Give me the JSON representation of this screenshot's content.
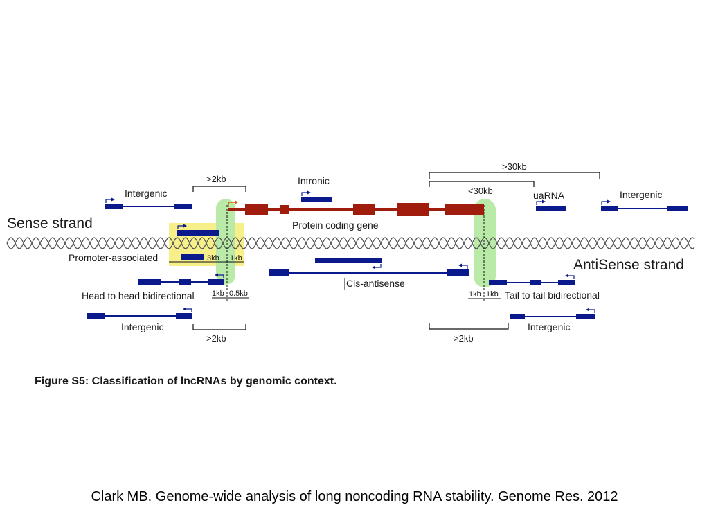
{
  "strands": {
    "sense": "Sense strand",
    "antisense": "AntiSense strand"
  },
  "labels": {
    "intergenic_top_left": "Intergenic",
    "intronic": "Intronic",
    "protein_coding": "Protein coding gene",
    "uarna": "uaRNA",
    "intergenic_top_right": "Intergenic",
    "promoter_associated": "Promoter-associated",
    "cis_antisense": "Cis-antisense",
    "head_to_head": "Head to head bidirectional",
    "tail_to_tail": "Tail to tail bidirectional",
    "intergenic_bottom_left": "Intergenic",
    "intergenic_bottom_right": "Intergenic"
  },
  "distances": {
    "top_left": ">2kb",
    "top_right_outer": ">30kb",
    "top_right_inner": "<30kb",
    "bottom_left": ">2kb",
    "bottom_right": ">2kb",
    "promoter_3kb": "3kb",
    "promoter_1kb": "1kb",
    "h2h_1kb": "1kb",
    "h2h_05kb": "0.5kb",
    "t2t_1kb_left": "1kb",
    "t2t_1kb_right": "1kb"
  },
  "caption": "Figure S5: Classification of lncRNAs by genomic context.",
  "citation": "Clark MB. Genome-wide analysis of long noncoding RNA stability. Genome Res. 2012",
  "colors": {
    "lncrna": "#0a1a8c",
    "gene": "#a01c0c",
    "promoter_highlight": "#f7f08a",
    "boundary_highlight": "#b9eaa8",
    "helix": "#555555"
  }
}
